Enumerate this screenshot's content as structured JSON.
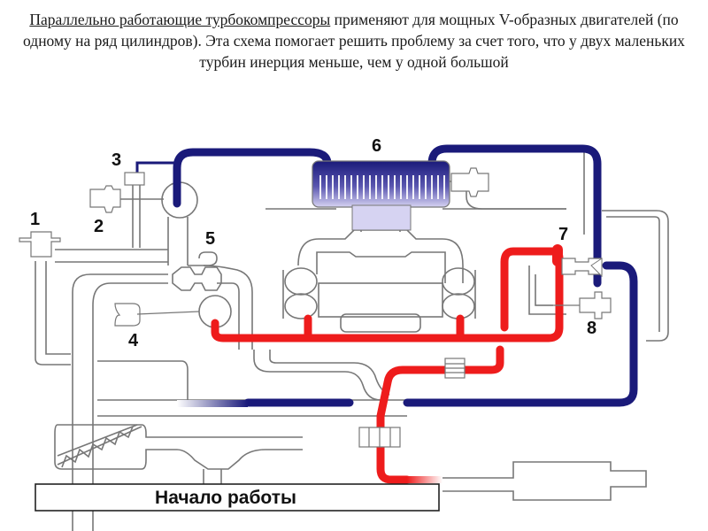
{
  "caption": {
    "underlined": "Параллельно работающие турбокомпрессоры",
    "rest": " применяют для мощных V-образных двигателей (по одному на ряд цилиндров). Эта схема помогает решить проблему за счет того, что у двух маленьких турбин инерция меньше, чем у одной большой"
  },
  "diagram": {
    "labels": [
      {
        "id": "1",
        "text": "1"
      },
      {
        "id": "2",
        "text": "2"
      },
      {
        "id": "3",
        "text": "3"
      },
      {
        "id": "4",
        "text": "4"
      },
      {
        "id": "5",
        "text": "5"
      },
      {
        "id": "6",
        "text": "6"
      },
      {
        "id": "7",
        "text": "7"
      },
      {
        "id": "8",
        "text": "8"
      }
    ],
    "start_box_label": "Начало работы",
    "colors": {
      "intake_charged": "#1a1a7a",
      "exhaust_hot": "#ee1c1c",
      "outline": "#777777",
      "intercooler_light": "#c8c4ec"
    }
  }
}
